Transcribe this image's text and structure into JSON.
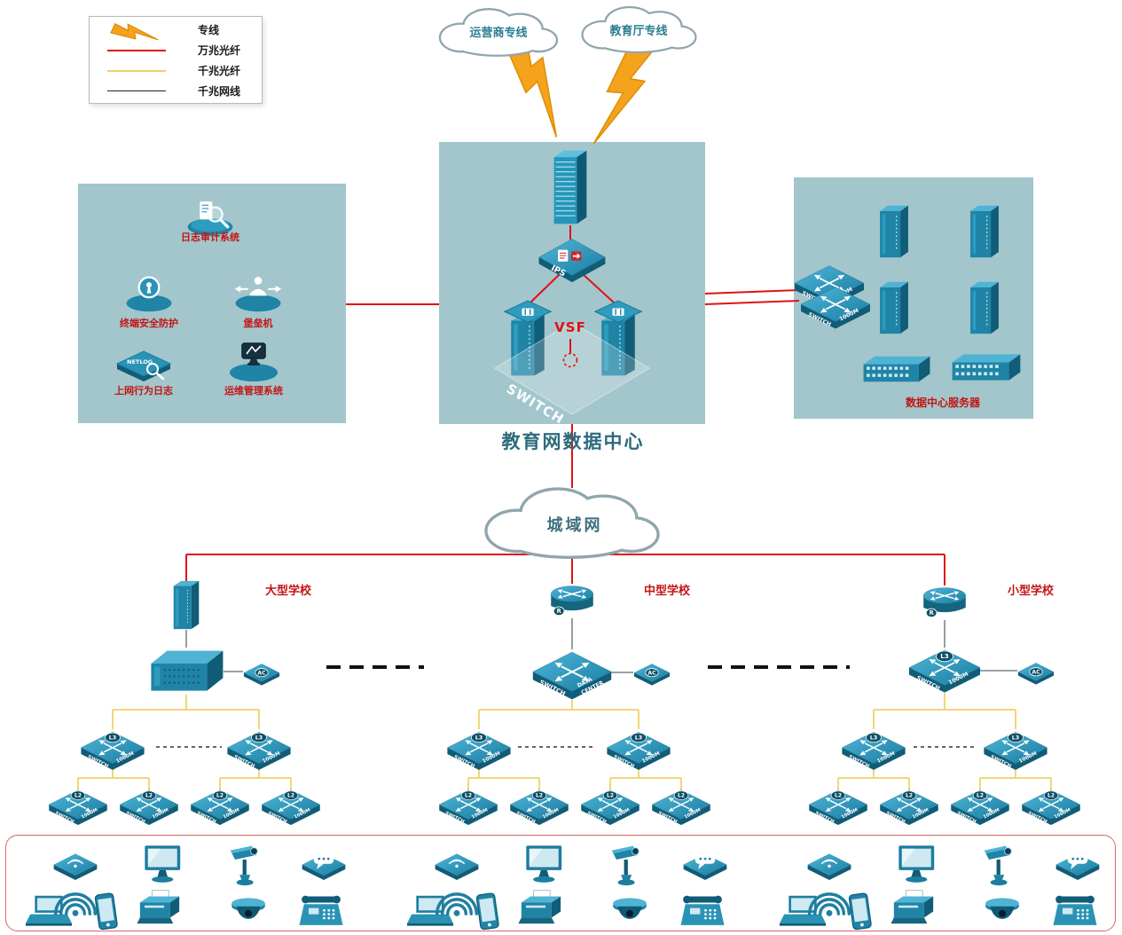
{
  "legend": {
    "items": [
      {
        "label": "专线"
      },
      {
        "label": "万兆光纤"
      },
      {
        "label": "千兆光纤"
      },
      {
        "label": "千兆网线"
      }
    ]
  },
  "clouds": {
    "isp": "运营商专线",
    "edu": "教育厅专线",
    "man": "城域网"
  },
  "center": {
    "title": "教育网数据中心",
    "vsf": "VSF"
  },
  "labels": {
    "switch": "SWITCH",
    "m1000": "1000M",
    "l3": "L3",
    "l2": "L2",
    "ac": "AC",
    "r": "R",
    "ips": "IPS",
    "data": "DATA",
    "center": "CENTER",
    "netlog": "NETLOG"
  },
  "left_box": {
    "items": [
      "日志审计系统",
      "终端安全防护",
      "堡垒机",
      "上网行为日志",
      "运维管理系统"
    ]
  },
  "right_box": {
    "title": "数据中心服务器"
  },
  "schools": [
    {
      "name": "大型学校"
    },
    {
      "name": "中型学校"
    },
    {
      "name": "小型学校"
    }
  ],
  "colors": {
    "line_10g": "#e01212",
    "line_1g": "#f0d165",
    "line_cat": "#101010",
    "device": "#1f84a6",
    "panel": "#a2c6cc",
    "label_red": "#c41414",
    "lightning": "#F5A21C"
  }
}
